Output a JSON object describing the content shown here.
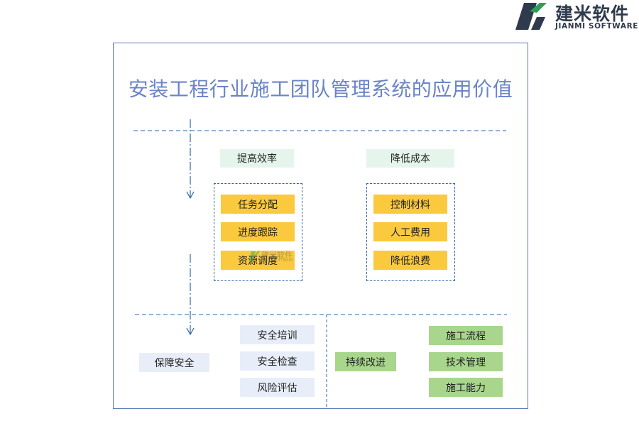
{
  "brand": {
    "name_cn": "建米软件",
    "name_en": "JIANMI SOFTWARE",
    "colors": {
      "dark": "#2f3a4c",
      "green": "#2e9e5b"
    }
  },
  "title": "安装工程行业施工团队管理系统的应用价值",
  "colors": {
    "frame": "#5b78b8",
    "title": "#6a84c8",
    "dash": "#2f67a8",
    "mint": "#e5f5ec",
    "yellow": "#fbc93e",
    "lightblue": "#e8eef9",
    "green": "#a8d68c"
  },
  "efficiency": {
    "header": "提高效率",
    "items": [
      "任务分配",
      "进度跟踪",
      "资源调度"
    ]
  },
  "cost": {
    "header": "降低成本",
    "items": [
      "控制材料",
      "人工费用",
      "降低浪费"
    ]
  },
  "safety": {
    "header": "保障安全",
    "items": [
      "安全培训",
      "安全检查",
      "风险评估"
    ]
  },
  "improvement": {
    "header": "持续改进",
    "items": [
      "施工流程",
      "技术管理",
      "施工能力"
    ]
  },
  "watermark": {
    "name_cn": "建米软件",
    "name_en": "JIANMI SOFTWARE"
  }
}
